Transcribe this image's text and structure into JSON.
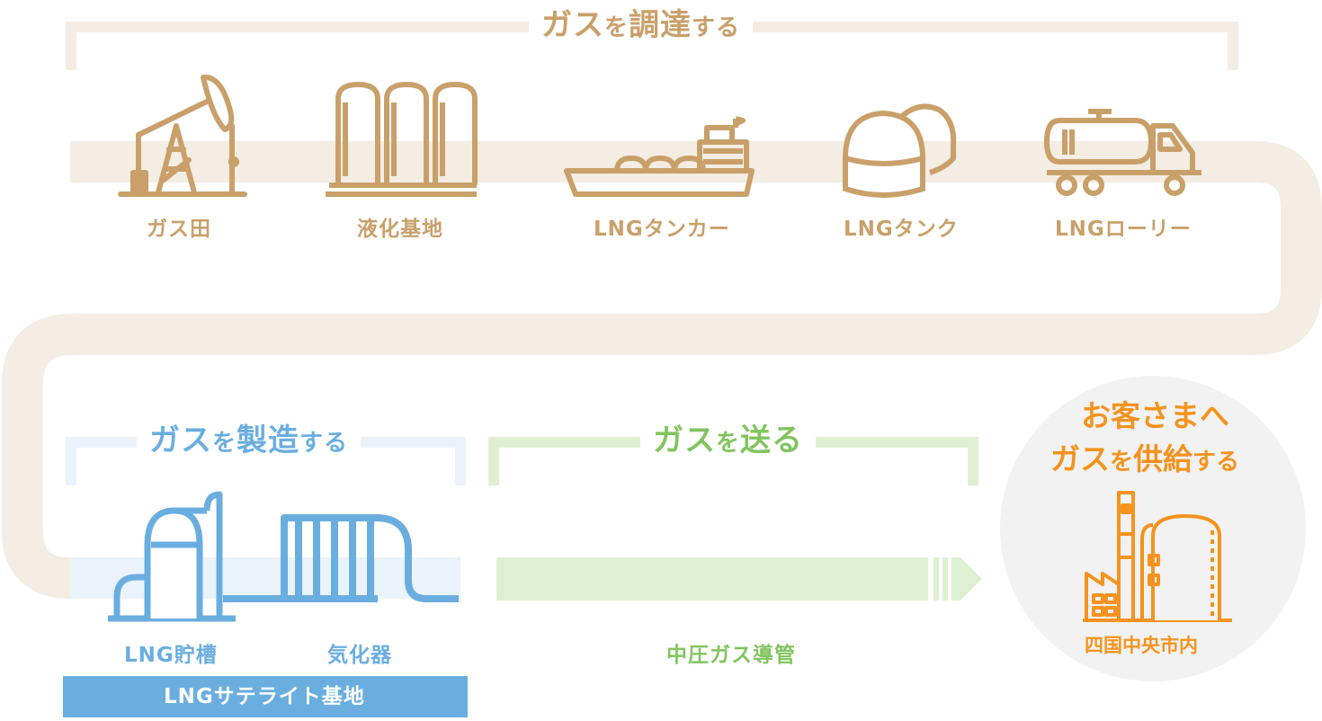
{
  "colors": {
    "procure": "#c9a06a",
    "procure_light": "#f3ede3",
    "manufacture": "#6aaee0",
    "manufacture_light": "#eaf3fb",
    "send": "#82c460",
    "send_light": "#dff0d2",
    "supply": "#f4931e",
    "circle_bg": "#f2f2f2"
  },
  "sections": {
    "procure": {
      "title_main": "ガス",
      "title_particle": "を",
      "title_end": "調達",
      "title_suffix": "する",
      "items": [
        {
          "label": "ガス田",
          "icon": "oil-pump-icon"
        },
        {
          "label": "液化基地",
          "icon": "liquefaction-tanks-icon"
        },
        {
          "label": "LNGタンカー",
          "icon": "lng-tanker-ship-icon"
        },
        {
          "label": "LNGタンク",
          "icon": "lng-dome-tank-icon"
        },
        {
          "label": "LNGローリー",
          "icon": "tank-truck-icon"
        }
      ]
    },
    "manufacture": {
      "title_main": "ガス",
      "title_particle": "を",
      "title_end": "製造",
      "title_suffix": "する",
      "items": [
        {
          "label": "LNG貯槽",
          "icon": "lng-storage-tank-icon"
        },
        {
          "label": "気化器",
          "icon": "vaporizer-icon"
        }
      ],
      "base_label": "LNGサテライト基地"
    },
    "send": {
      "title_main": "ガス",
      "title_particle": "を",
      "title_end": "送る",
      "pipe_label": "中圧ガス導管"
    },
    "supply": {
      "line1": "お客さまへ",
      "line2_main": "ガス",
      "line2_particle": "を",
      "line2_end": "供給",
      "line2_suffix": "する",
      "area_label": "四国中央市内",
      "icon": "factory-icon"
    }
  }
}
